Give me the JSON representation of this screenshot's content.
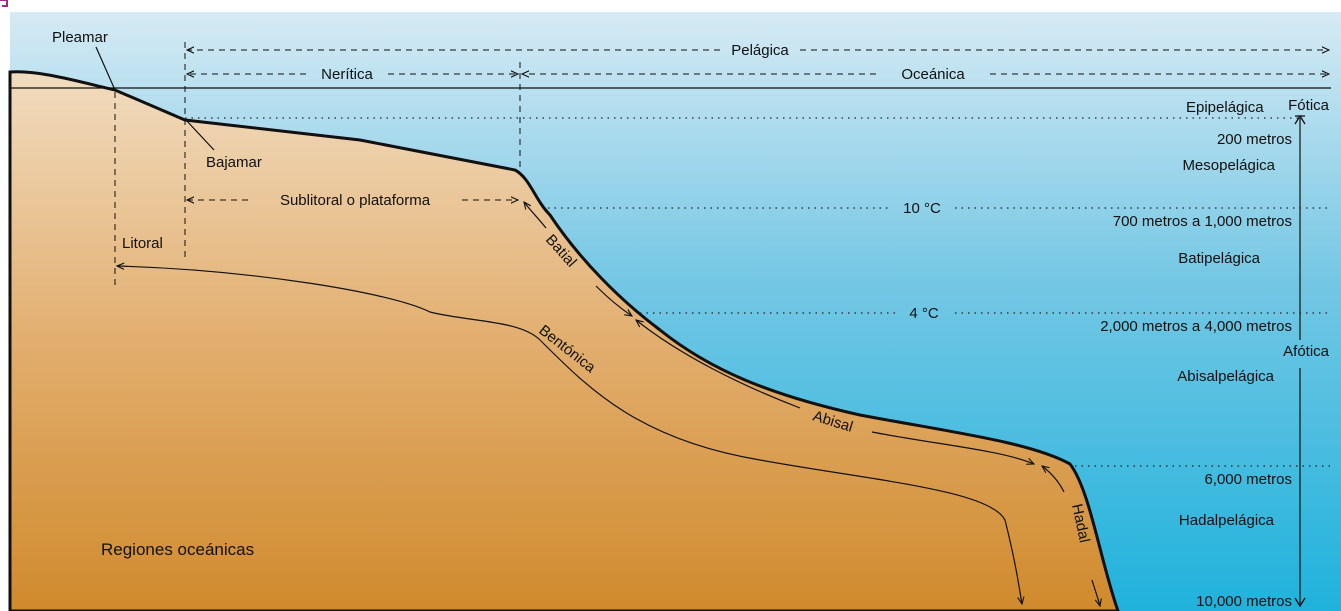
{
  "labels": {
    "pleamar": "Pleamar",
    "bajamar": "Bajamar",
    "litoral": "Litoral",
    "pelagica": "Pelágica",
    "neritica": "Nerítica",
    "oceanica": "Oceánica",
    "sublitoral": "Sublitoral o plataforma",
    "fotica": "Fótica",
    "afotica": "Afótica",
    "epipelagica": "Epipelágica",
    "mesopelagica": "Mesopelágica",
    "batipelagica": "Batipelágica",
    "abisalpelagica": "Abisalpelágica",
    "hadalpelagica": "Hadalpelágica",
    "depth_200": "200 metros",
    "depth_700_1000": "700 metros a 1,000 metros",
    "depth_2000_4000": "2,000 metros a 4,000 metros",
    "depth_6000": "6,000 metros",
    "depth_10000": "10,000 metros",
    "temp_10": "10 °C",
    "temp_4": "4 °C",
    "batial": "Batial",
    "abisal": "Abisal",
    "hadal": "Hadal",
    "bentonica": "Bentónica",
    "caption": "Regiones oceánicas"
  },
  "colors": {
    "sky_top": "#d6eaf4",
    "water_deep": "#1fb2dc",
    "land_light": "#f1dcc0",
    "land_dark": "#d08a2c",
    "corner_mark": "#9b2c8f"
  }
}
